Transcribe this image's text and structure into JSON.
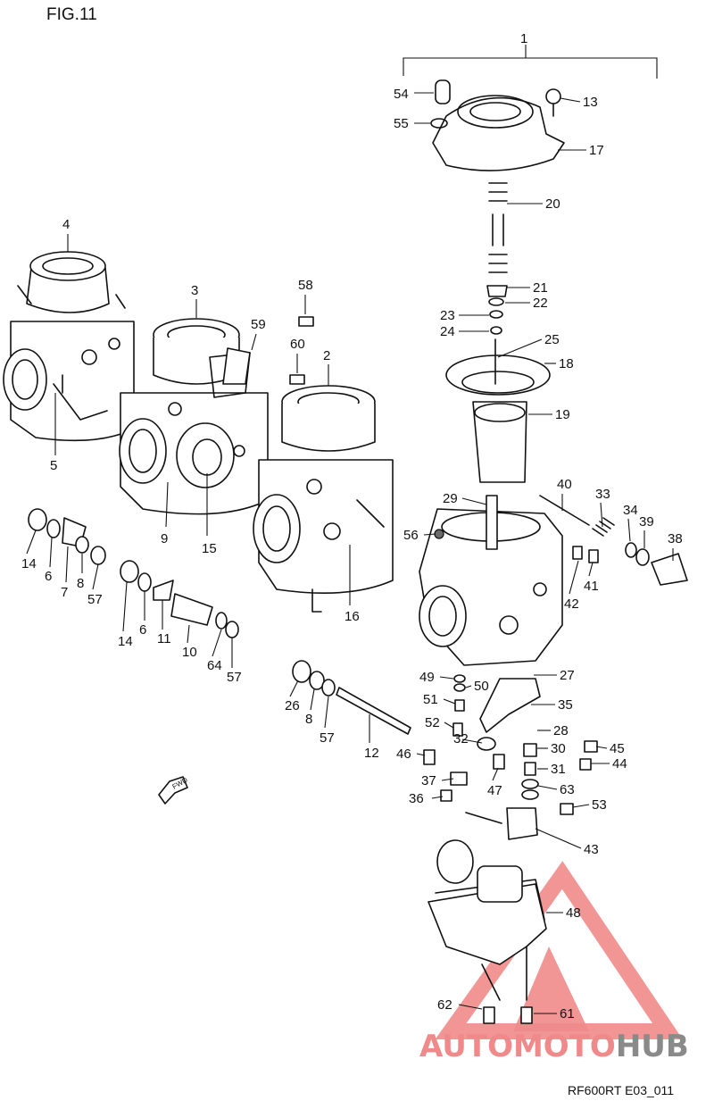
{
  "figure_title": "FIG.11",
  "figure_code": "RF600RT E03_011",
  "fwd_label": "FWD",
  "watermark": {
    "part1": "AUTOMOTO",
    "part2": "HUB",
    "color_primary": "#f08a8a",
    "color_secondary": "#8a8a8a"
  },
  "callouts": [
    "1",
    "2",
    "3",
    "4",
    "5",
    "6",
    "6",
    "7",
    "8",
    "8",
    "9",
    "10",
    "11",
    "12",
    "13",
    "14",
    "14",
    "15",
    "16",
    "17",
    "18",
    "19",
    "20",
    "21",
    "22",
    "23",
    "24",
    "25",
    "26",
    "27",
    "28",
    "29",
    "30",
    "31",
    "32",
    "33",
    "34",
    "35",
    "36",
    "37",
    "38",
    "39",
    "40",
    "41",
    "42",
    "43",
    "44",
    "45",
    "46",
    "47",
    "48",
    "49",
    "50",
    "51",
    "52",
    "53",
    "54",
    "55",
    "56",
    "57",
    "57",
    "57",
    "58",
    "59",
    "60",
    "61",
    "62",
    "63",
    "64"
  ]
}
